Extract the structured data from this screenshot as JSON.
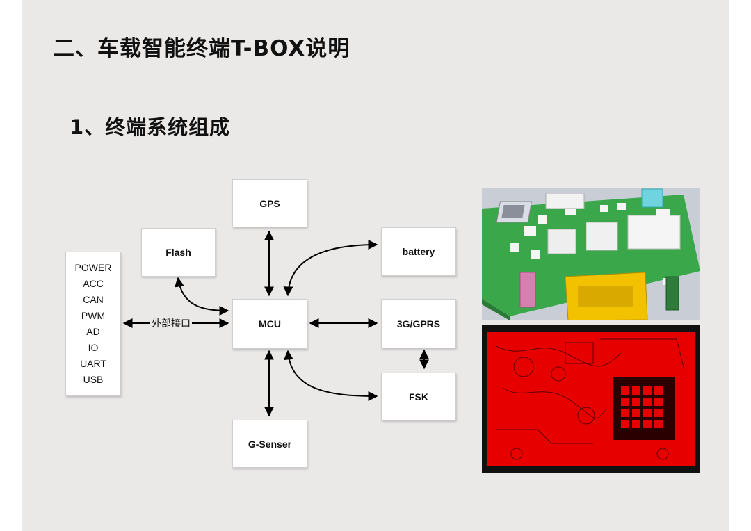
{
  "slide": {
    "title": "二、车载智能终端T-BOX说明",
    "subtitle": "1、终端系统组成"
  },
  "diagram": {
    "nodes": {
      "gps": "GPS",
      "flash": "Flash",
      "battery": "battery",
      "mcu": "MCU",
      "gprs": "3G/GPRS",
      "fsk": "FSK",
      "gsensor": "G-Senser"
    },
    "interfaces": [
      "POWER",
      "ACC",
      "CAN",
      "PWM",
      "AD",
      "IO",
      "UART",
      "USB"
    ],
    "interface_link_label": "外部接口"
  },
  "photos": {
    "board_3d": "pcb-3d-render",
    "board_layout": "pcb-layout-red",
    "colors": {
      "pcb_green": "#3aa84a",
      "connector_yellow": "#f2c200",
      "layout_red": "#e60000"
    }
  }
}
